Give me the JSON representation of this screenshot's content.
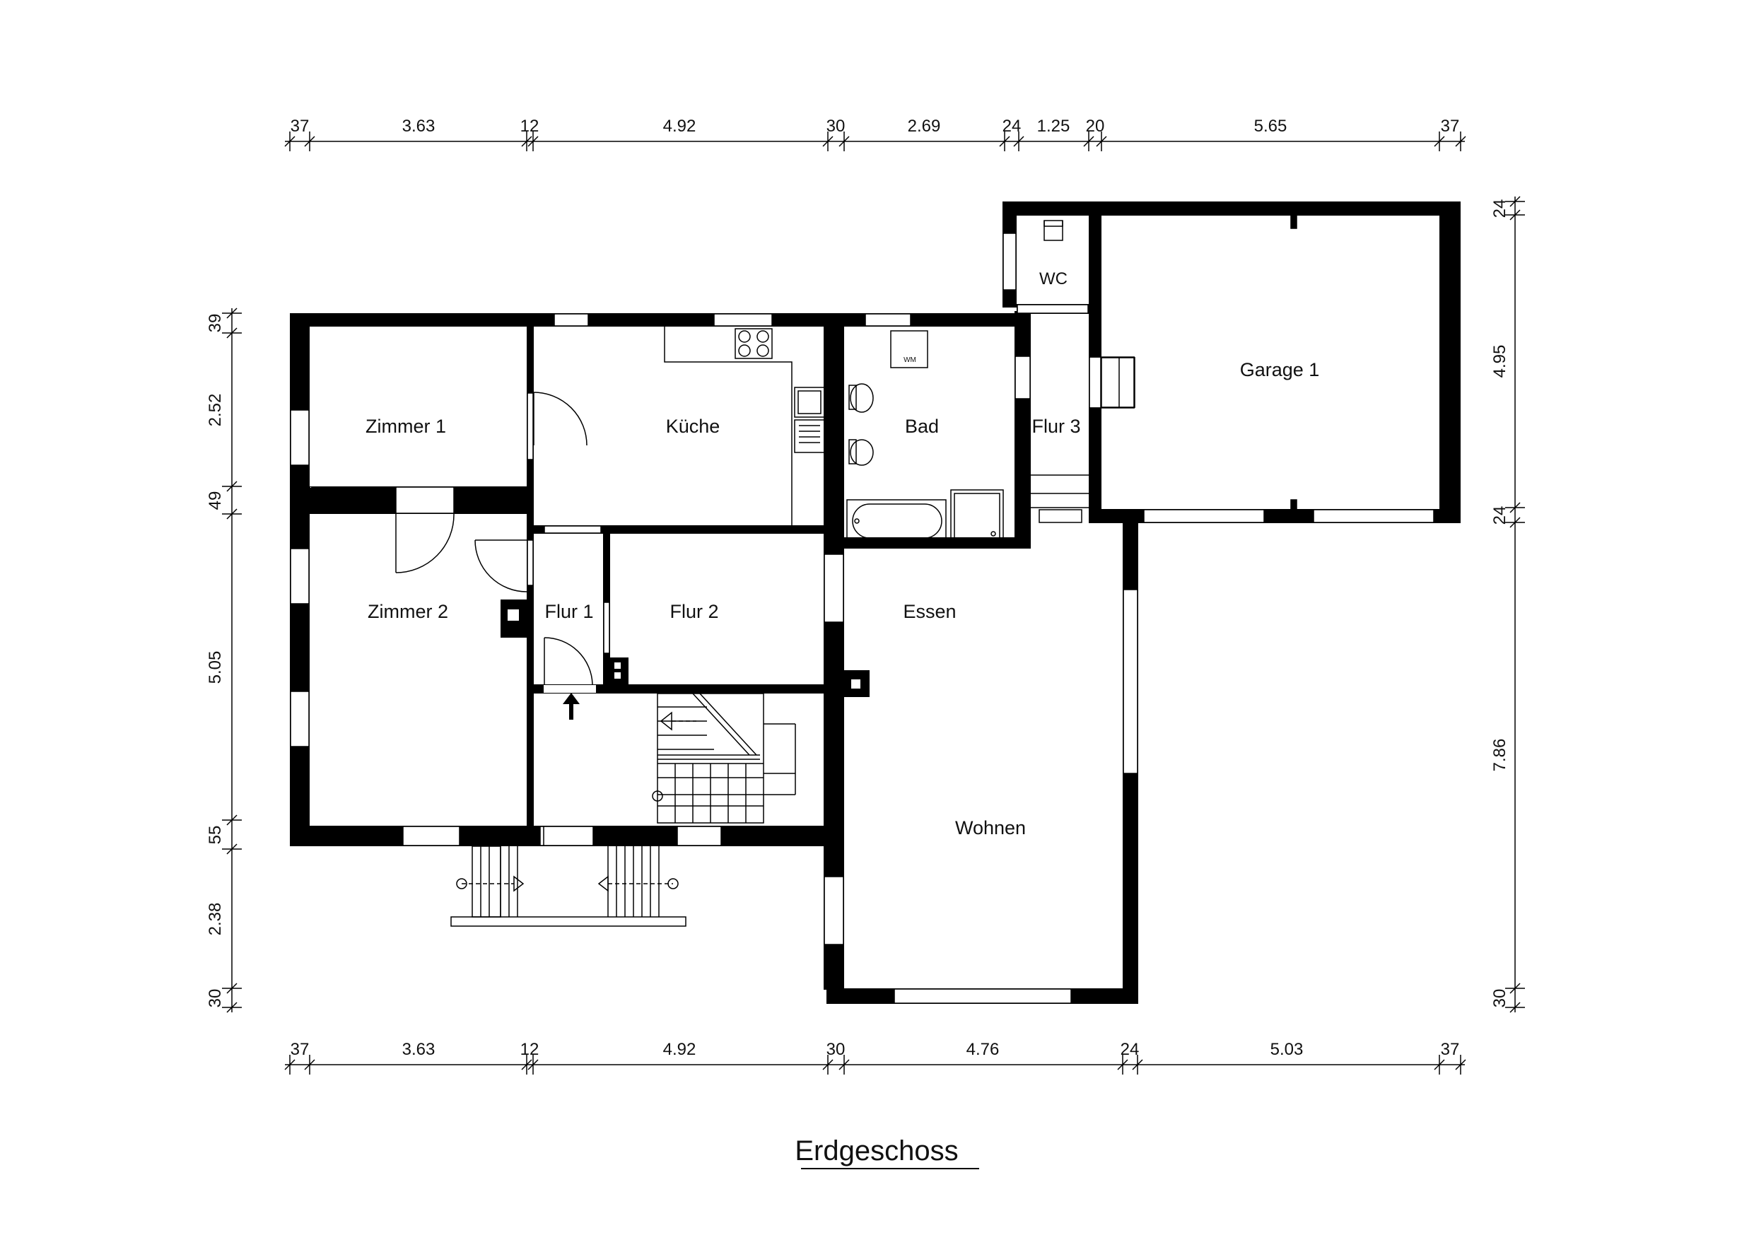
{
  "plan_title": "Erdgeschoss",
  "rooms": {
    "zimmer1": "Zimmer 1",
    "kueche": "Küche",
    "bad": "Bad",
    "flur3": "Flur 3",
    "wc": "WC",
    "garage1": "Garage 1",
    "zimmer2": "Zimmer 2",
    "flur1": "Flur 1",
    "flur2": "Flur 2",
    "essen": "Essen",
    "wohnen": "Wohnen"
  },
  "fixtures": {
    "washing_machine": "WM"
  },
  "dimensions": {
    "top": [
      "37",
      "3.63",
      "12",
      "4.92",
      "30",
      "2.69",
      "24",
      "1.25",
      "20",
      "5.65",
      "37"
    ],
    "bottom": [
      "37",
      "3.63",
      "12",
      "4.92",
      "30",
      "4.76",
      "24",
      "5.03",
      "37"
    ],
    "left": [
      "39",
      "2.52",
      "49",
      "5.05",
      "55",
      "2.38",
      "30"
    ],
    "right": [
      "24",
      "4.95",
      "24",
      "7.86",
      "30"
    ]
  }
}
